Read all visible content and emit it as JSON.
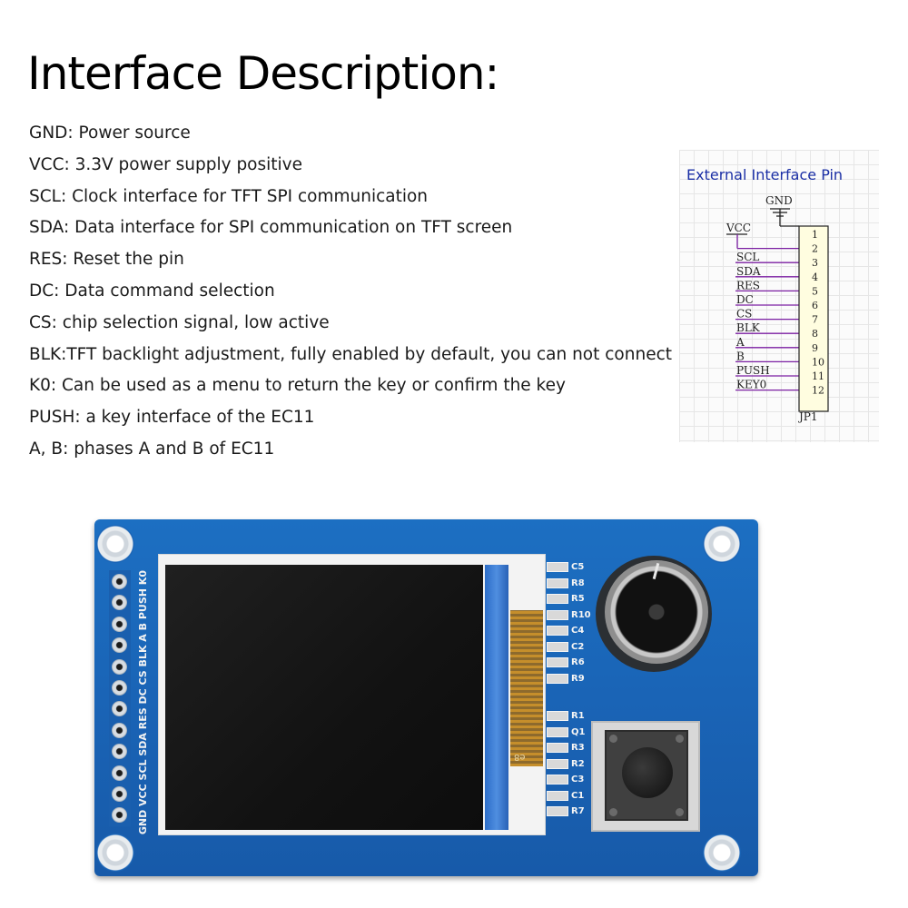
{
  "title": "Interface Description:",
  "descriptions": [
    "GND: Power source",
    "VCC: 3.3V power supply positive",
    "SCL: Clock interface for TFT SPI communication",
    "SDA: Data interface for SPI communication on TFT screen",
    "RES: Reset the pin",
    "DC: Data command selection",
    "CS: chip selection signal, low active",
    "BLK:TFT backlight adjustment, fully enabled by default, you can not connect",
    "K0: Can be used as a menu to return the key or confirm the key",
    "PUSH: a key interface of the EC11",
    "A, B: phases A and B of EC11"
  ],
  "schematic": {
    "title": "External Interface Pin",
    "gnd_label": "GND",
    "vcc_label": "VCC",
    "pin_labels": [
      "SCL",
      "SDA",
      "RES",
      "DC",
      "CS",
      "BLK",
      "A",
      "B",
      "PUSH",
      "KEY0"
    ],
    "pin_numbers": [
      "1",
      "2",
      "3",
      "4",
      "5",
      "6",
      "7",
      "8",
      "9",
      "10",
      "11",
      "12"
    ],
    "connector_label": "JP1",
    "title_color": "#1b2fa5",
    "wire_color": "#7b1fa2"
  },
  "board": {
    "silk_pins": "GND VCC SCL SDA RES DC CS BLK  A  B PUSH K0",
    "fpc_label": "e8",
    "components_top": [
      {
        "label": "C5"
      },
      {
        "label": "R8"
      },
      {
        "label": "R5"
      },
      {
        "label": "R10"
      },
      {
        "label": "C4"
      },
      {
        "label": "C2"
      },
      {
        "label": "R6"
      },
      {
        "label": "R9"
      }
    ],
    "components_bottom": [
      {
        "label": "R1"
      },
      {
        "label": "Q1"
      },
      {
        "label": "R3"
      },
      {
        "label": "R2"
      },
      {
        "label": "C3"
      },
      {
        "label": "C1"
      },
      {
        "label": "R7"
      }
    ],
    "board_color": "#1a64b6"
  }
}
